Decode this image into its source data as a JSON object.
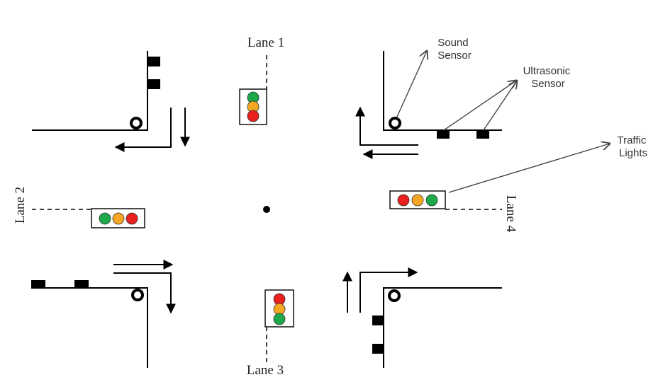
{
  "lanes": {
    "lane1": "Lane 1",
    "lane2": "Lane 2",
    "lane3": "Lane 3",
    "lane4": "Lane 4"
  },
  "callouts": {
    "sound_sensor": {
      "line1": "Sound",
      "line2": "Sensor"
    },
    "ultrasonic_sensor": {
      "line1": "Ultrasonic",
      "line2": "Sensor"
    },
    "traffic_lights": {
      "line1": "Traffic",
      "line2": "Lights"
    }
  },
  "colors": {
    "red": "#e8201e",
    "amber": "#f5a623",
    "green": "#1da84a",
    "road": "#000000"
  },
  "traffic_lights": {
    "lane1": [
      "green",
      "amber",
      "red"
    ],
    "lane2": [
      "green",
      "amber",
      "red"
    ],
    "lane3": [
      "red",
      "amber",
      "green"
    ],
    "lane4": [
      "red",
      "amber",
      "green"
    ]
  }
}
